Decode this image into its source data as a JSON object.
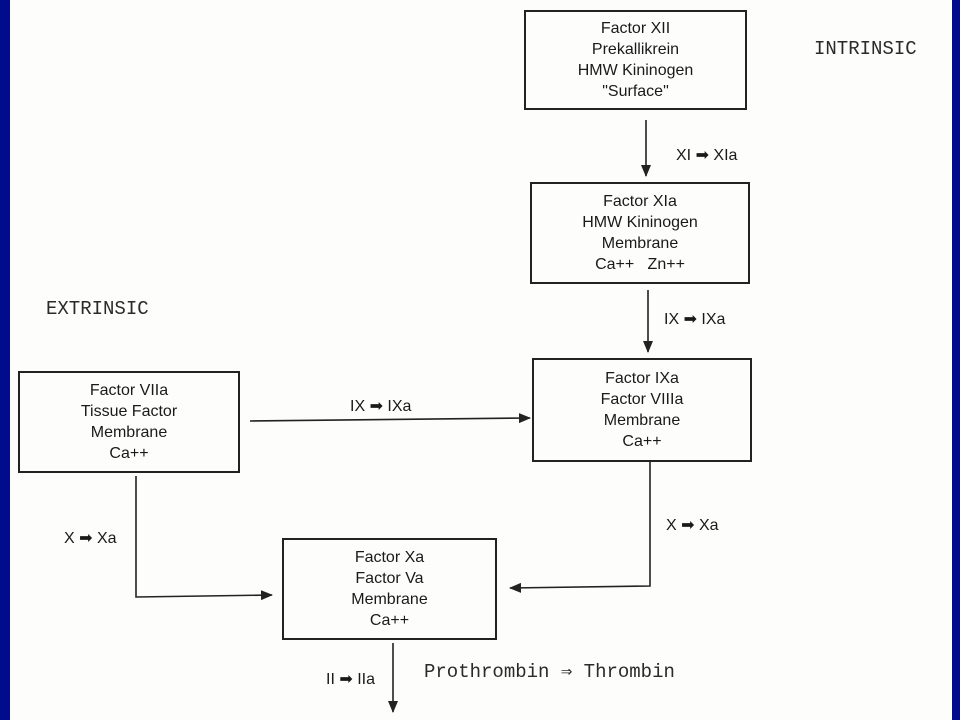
{
  "diagram": {
    "labels": {
      "intrinsic": "INTRINSIC",
      "extrinsic": "EXTRINSIC",
      "final_reaction": "Prothrombin ⇒ Thrombin"
    },
    "boxes": {
      "contact": {
        "lines": [
          "Factor XII",
          "Prekallikrein",
          "HMW Kininogen",
          "\"Surface\""
        ]
      },
      "factor_xia": {
        "lines": [
          "Factor XIa",
          "HMW Kininogen",
          "Membrane",
          "Ca++   Zn++"
        ]
      },
      "tenase_intrinsic": {
        "lines": [
          "Factor IXa",
          "Factor VIIIa",
          "Membrane",
          "Ca++"
        ]
      },
      "tenase_extrinsic": {
        "lines": [
          "Factor VIIa",
          "Tissue Factor",
          "Membrane",
          "Ca++"
        ]
      },
      "prothrombinase": {
        "lines": [
          "Factor Xa",
          "Factor Va",
          "Membrane",
          "Ca++"
        ]
      }
    },
    "reactions": {
      "xi_to_xia": "XI ➡ XIa",
      "ix_to_ixa_intrinsic": "IX ➡ IXa",
      "ix_to_ixa_extrinsic": "IX ➡ IXa",
      "x_to_xa_extrinsic": "X ➡ Xa",
      "x_to_xa_intrinsic": "X ➡ Xa",
      "ii_to_iia": "II ➡ IIa"
    }
  }
}
